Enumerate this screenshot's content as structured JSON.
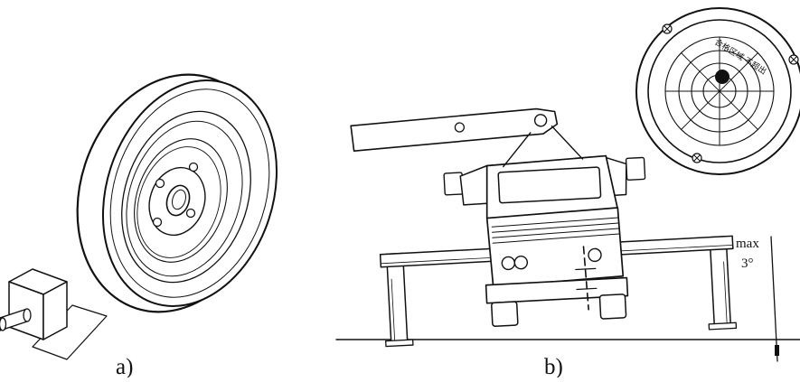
{
  "panels": {
    "a": {
      "label": "a)"
    },
    "b": {
      "label": "b)"
    }
  },
  "tilt_annotation": {
    "max_label": "max",
    "angle_label": "3°",
    "angle_degrees": 3
  },
  "level_gauge": {
    "inner_text": "合格区域 不超出"
  }
}
